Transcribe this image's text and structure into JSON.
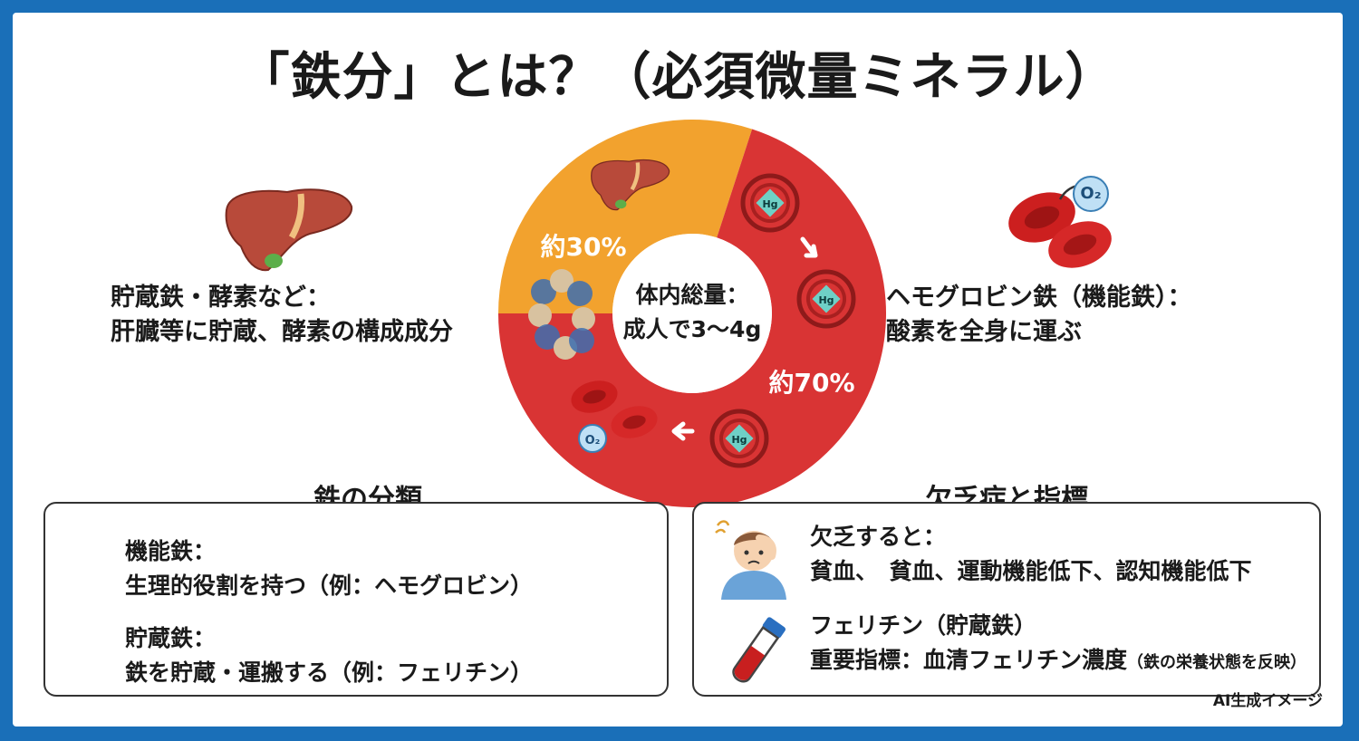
{
  "title": "「鉄分」とは？（必須微量ミネラル）",
  "chart_data": {
    "type": "pie",
    "center_label": [
      "体内総量：",
      "成人で3〜4g"
    ],
    "slices": [
      {
        "label": "約30%",
        "value": 30,
        "color": "#f2a22e"
      },
      {
        "label": "約70%",
        "value": 70,
        "color": "#d93434"
      }
    ]
  },
  "left_info": {
    "line1": "貯蔵鉄・酵素など：",
    "line2": "肝臓等に貯蔵、酵素の構成成分"
  },
  "right_info": {
    "line1": "ヘモグロビン鉄（機能鉄）：",
    "line2": "酸素を全身に運ぶ"
  },
  "icon_labels": {
    "hemoglobin": "Hg",
    "oxygen": "O₂"
  },
  "classification": {
    "heading": "鉄の分類",
    "functional_title": "機能鉄：",
    "functional_desc": "生理的役割を持つ（例：ヘモグロビン）",
    "storage_title": "貯蔵鉄：",
    "storage_desc": "鉄を貯蔵・運搬する（例：フェリチン）"
  },
  "deficiency": {
    "heading": "欠乏症と指標",
    "deficiency_title": "欠乏すると：",
    "deficiency_desc": "貧血、　貧血、運動機能低下、認知機能低下",
    "ferritin_title": "フェリチン（貯蔵鉄）",
    "ferritin_desc": "重要指標：血清フェリチン濃度",
    "ferritin_note": "（鉄の栄養状態を反映）"
  },
  "credit": "AI生成イメージ",
  "colors": {
    "frame": "#1a6fb8",
    "storage": "#f2a22e",
    "functional": "#d93434",
    "liver": "#b84a3a",
    "blood_cell": "#cc1f1f"
  }
}
